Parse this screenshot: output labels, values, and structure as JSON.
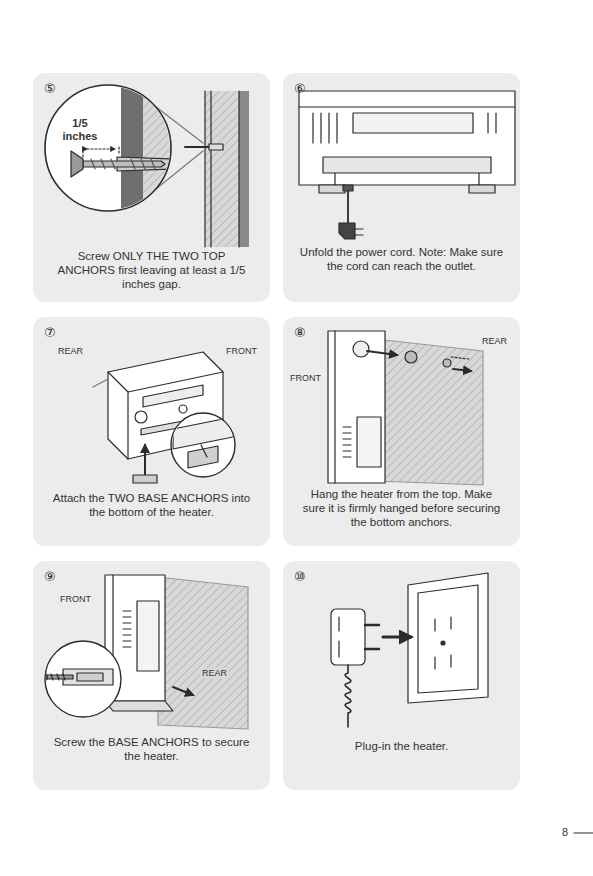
{
  "diagram": {
    "nodes": [
      {
        "text": [
          "⑤",
          "Screw ONLY THE TWO TOP ANCHORS first leaving at least a 1/5 inches gap."
        ]
      },
      {
        "text": [
          "⑥",
          "Unfold the power cord. Note: Make sure the cord can reach the outlet."
        ]
      },
      {
        "text": [
          "⑦",
          "Attach the TWO BASE ANCHORS into the bottom of the heater."
        ]
      },
      {
        "text": [
          "⑧",
          "Hang the heater from the top. Make sure it is firmly hanged before securing the bottom anchors."
        ]
      },
      {
        "text": [
          "⑨",
          "Screw the BASE ANCHORS to secure the heater."
        ]
      },
      {
        "text": [
          "⑩",
          "Plug-in the heater."
        ]
      }
    ],
    "labels": [
      "1/5 inches",
      "REAR",
      "FRONT",
      "REAR",
      "FRONT",
      "FRONT",
      "REAR",
      "8"
    ]
  }
}
